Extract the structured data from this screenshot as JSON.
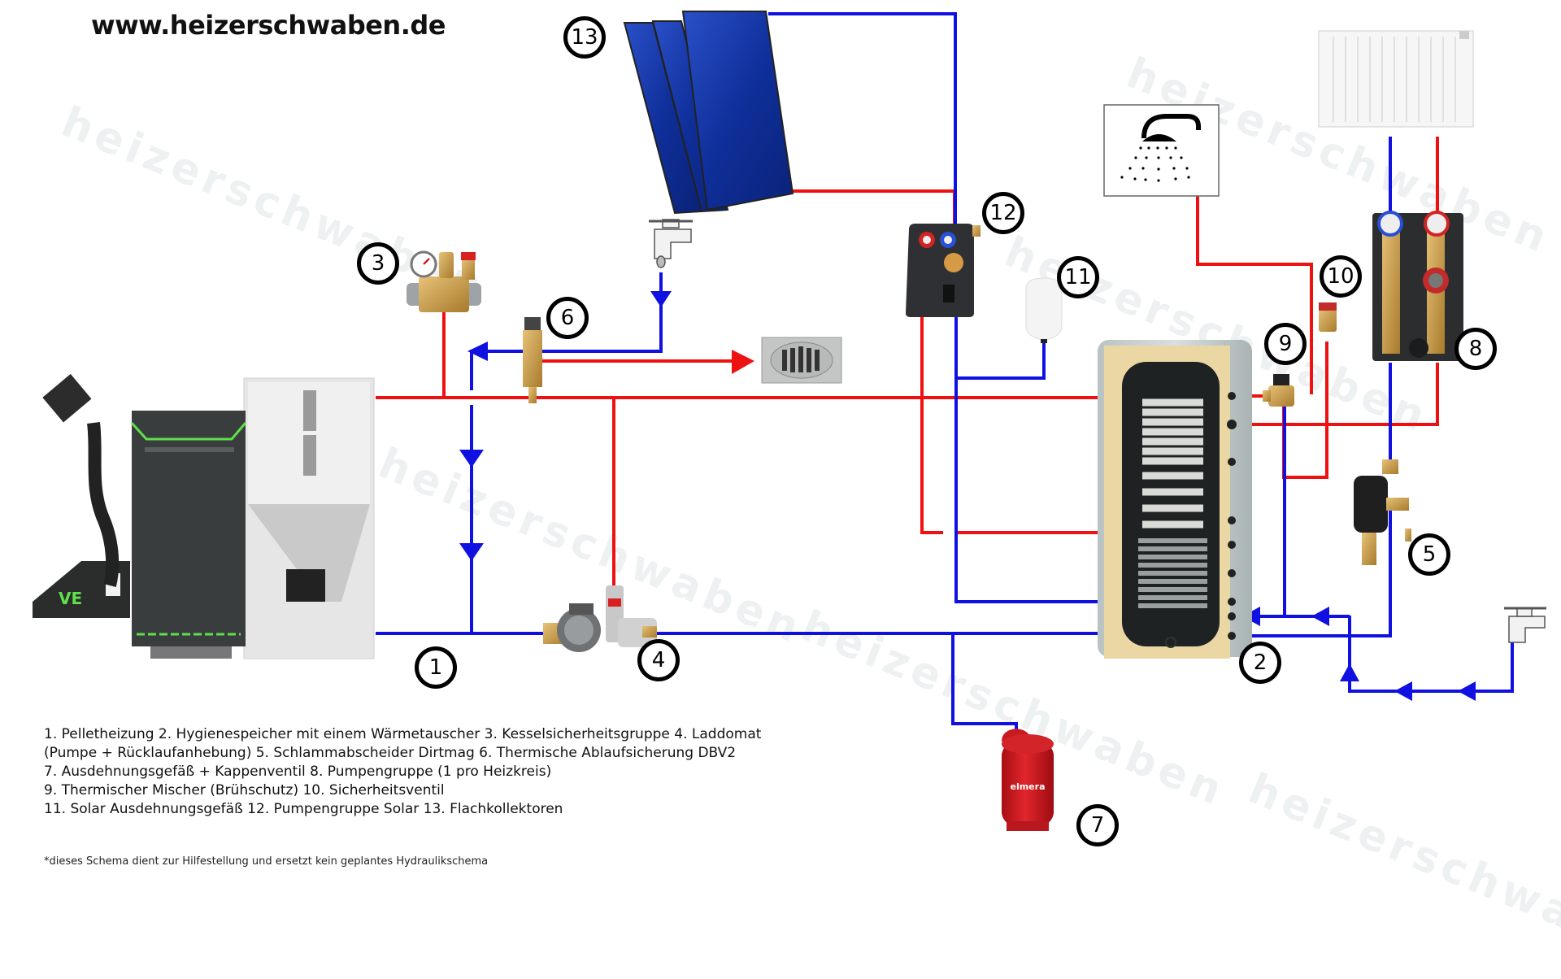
{
  "header": {
    "url": "www.heizerschwaben.de"
  },
  "watermark": {
    "text": "heizerschwaben"
  },
  "colors": {
    "hot_pipe": "#ee1111",
    "cold_pipe": "#1010e0",
    "label_ring": "#000000"
  },
  "components": [
    {
      "number": "1",
      "name": "Pelletheizung"
    },
    {
      "number": "2",
      "name": "Hygienespeicher mit einem Wärmetauscher"
    },
    {
      "number": "3",
      "name": "Kesselsicherheitsgruppe"
    },
    {
      "number": "4",
      "name": "Laddomat (Pumpe + Rücklaufanhebung)"
    },
    {
      "number": "5",
      "name": "Schlammabscheider Dirtmag"
    },
    {
      "number": "6",
      "name": "Thermische Ablaufsicherung DBV2"
    },
    {
      "number": "7",
      "name": "Ausdehnungsgefäß + Kappenventil"
    },
    {
      "number": "8",
      "name": "Pumpengruppe (1 pro Heizkreis)"
    },
    {
      "number": "9",
      "name": "Thermischer Mischer (Brühschutz)"
    },
    {
      "number": "10",
      "name": "Sicherheitsventil"
    },
    {
      "number": "11",
      "name": "Solar Ausdehnungsgefäß"
    },
    {
      "number": "12",
      "name": "Pumpengruppe Solar"
    },
    {
      "number": "13",
      "name": "Flachkollektoren"
    }
  ],
  "legend_lines": [
    "1. Pelletheizung   2. Hygienespeicher mit einem Wärmetauscher   3. Kesselsicherheitsgruppe   4. Laddomat",
    "(Pumpe + Rücklaufanhebung) 5. Schlammabscheider Dirtmag   6. Thermische Ablaufsicherung DBV2",
    "7. Ausdehnungsgefäß + Kappenventil   8. Pumpengruppe (1 pro Heizkreis)",
    "9. Thermischer Mischer (Brühschutz)   10. Sicherheitsventil",
    "11. Solar Ausdehnungsgefäß   12. Pumpengruppe Solar   13. Flachkollektoren"
  ],
  "disclaimer": "*dieses Schema dient zur Hilfestellung und ersetzt kein geplantes Hydraulikschema",
  "tank_brand": "elmera"
}
